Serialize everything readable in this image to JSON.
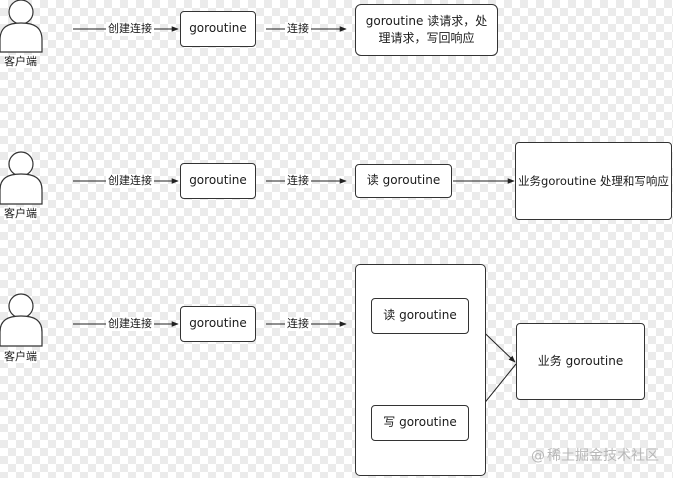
{
  "rows": [
    {
      "client_label": "客户端",
      "connect_label": "创建连接",
      "goroutine_label": "goroutine",
      "link_label": "连接",
      "handler_label": "goroutine 读请求，处理请求，写回响应"
    },
    {
      "client_label": "客户端",
      "connect_label": "创建连接",
      "goroutine_label": "goroutine",
      "link_label": "连接",
      "reader_label": "读 goroutine",
      "business_label": "业务goroutine 处理和写响应"
    },
    {
      "client_label": "客户端",
      "connect_label": "创建连接",
      "goroutine_label": "goroutine",
      "link_label": "连接",
      "reader_label": "读 goroutine",
      "writer_label": "写 goroutine",
      "business_label": "业务 goroutine"
    }
  ],
  "watermark": "稀土掘金技术社区",
  "watermark_symbol": "@"
}
